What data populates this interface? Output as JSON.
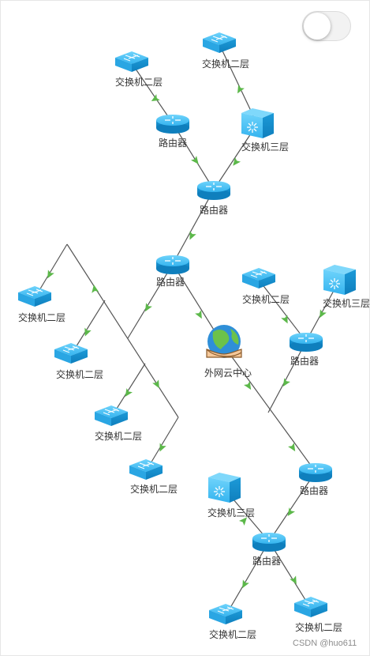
{
  "labels": {
    "switch_l2": "交换机二层",
    "switch_l3": "交换机三层",
    "router": "路由器",
    "cloud": "外网云中心"
  },
  "watermark": "CSDN @huo611",
  "toggle": {
    "on": false
  },
  "colors": {
    "link": "#555555",
    "arrow": "#5cb84a",
    "device": "#1e9bd7",
    "label": "#333333"
  },
  "nodes": [
    {
      "id": "sw1",
      "kind": "switch_l2",
      "label": "交换机二层"
    },
    {
      "id": "sw2",
      "kind": "switch_l2",
      "label": "交换机二层"
    },
    {
      "id": "r1",
      "kind": "router",
      "label": "路由器"
    },
    {
      "id": "s3a",
      "kind": "switch_l3",
      "label": "交换机三层"
    },
    {
      "id": "r2",
      "kind": "router",
      "label": "路由器"
    },
    {
      "id": "r3",
      "kind": "router",
      "label": "路由器"
    },
    {
      "id": "cloud",
      "kind": "cloud",
      "label": "外网云中心"
    },
    {
      "id": "sw3",
      "kind": "switch_l2",
      "label": "交换机二层"
    },
    {
      "id": "sw4",
      "kind": "switch_l2",
      "label": "交换机二层"
    },
    {
      "id": "sw5",
      "kind": "switch_l2",
      "label": "交换机二层"
    },
    {
      "id": "sw6",
      "kind": "switch_l2",
      "label": "交换机二层"
    },
    {
      "id": "sw7",
      "kind": "switch_l2",
      "label": "交换机二层"
    },
    {
      "id": "s3b",
      "kind": "switch_l3",
      "label": "交换机三层"
    },
    {
      "id": "r4",
      "kind": "router",
      "label": "路由器"
    },
    {
      "id": "r5",
      "kind": "router",
      "label": "路由器"
    },
    {
      "id": "s3c",
      "kind": "switch_l3",
      "label": "交换机三层"
    },
    {
      "id": "r6",
      "kind": "router",
      "label": "路由器"
    },
    {
      "id": "sw8",
      "kind": "switch_l2",
      "label": "交换机二层"
    },
    {
      "id": "sw9",
      "kind": "switch_l2",
      "label": "交换机二层"
    }
  ]
}
